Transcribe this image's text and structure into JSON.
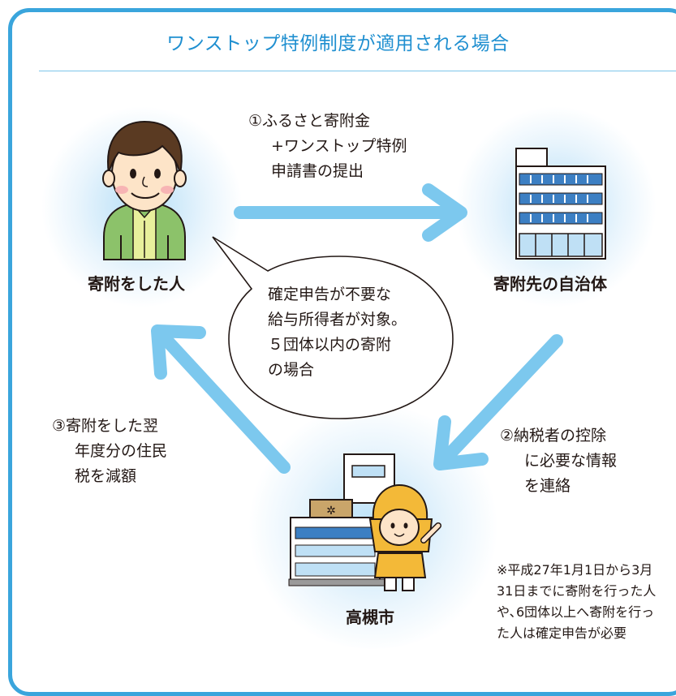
{
  "title": "ワンストップ特例制度が適用される場合",
  "nodes": {
    "donor": "寄附をした人",
    "municipality": "寄附先の自治体",
    "city": "高槻市"
  },
  "steps": {
    "step1": [
      "①ふるさと寄附金",
      "+ワンストップ特例",
      "申請書の提出"
    ],
    "step2": [
      "②納税者の控除",
      "に必要な情報",
      "を連絡"
    ],
    "step3": [
      "③寄附をした翌",
      "年度分の住民",
      "税を減額"
    ]
  },
  "bubble": [
    "確定申告が不要な",
    "給与所得者が対象。",
    "５団体以内の寄附",
    "の場合"
  ],
  "footnote": [
    "※平成27年1月1日から3月",
    "31日までに寄附を行った人",
    "や､6団体以上へ寄附を行っ",
    "た人は確定申告が必要"
  ],
  "colors": {
    "frame": "#3aa5dc",
    "title": "#1f8fd0",
    "arrow": "#7cc8ee",
    "glow": "#bfe2f7"
  },
  "icons": {
    "donor": "person-illustration",
    "municipality": "office-building-illustration",
    "city": "city-hall-mascot-illustration"
  }
}
